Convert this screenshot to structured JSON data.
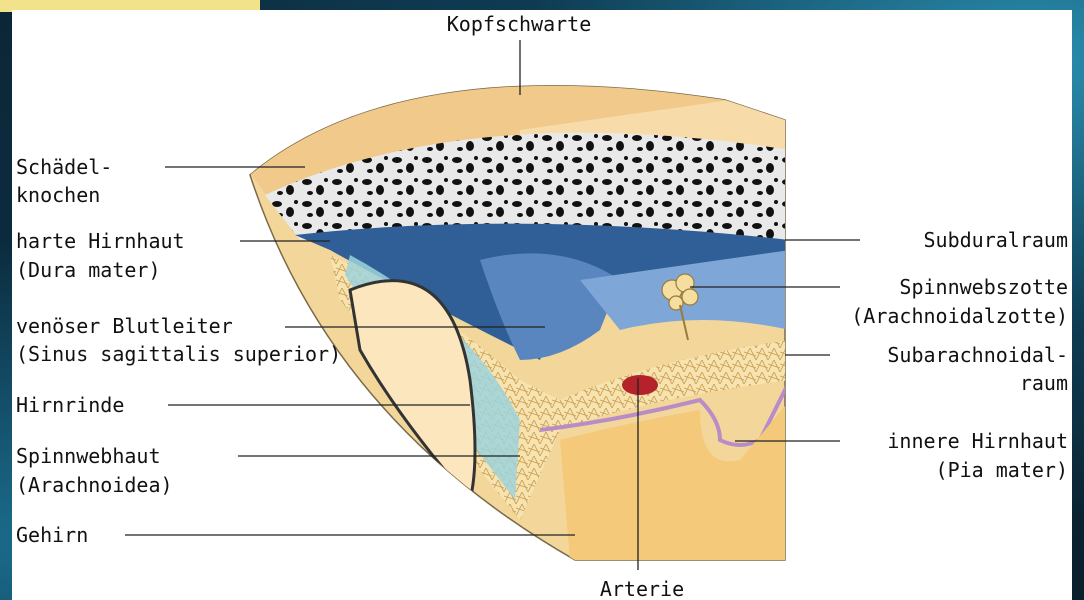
{
  "labels": {
    "kopfschwarte": "Kopfschwarte",
    "schaedel_1": "Schädel-",
    "schaedel_2": "knochen",
    "dura_1": "harte Hirnhaut",
    "dura_2": "(Dura mater)",
    "sinus_1": "venöser Blutleiter",
    "sinus_2": "(Sinus sagittalis superior)",
    "hirnrinde": "Hirnrinde",
    "spinnwebhaut_1": "Spinnwebhaut",
    "spinnwebhaut_2": "(Arachnoidea)",
    "gehirn": "Gehirn",
    "arterie": "Arterie",
    "subduralraum": "Subduralraum",
    "zotte_1": "Spinnwebszotte",
    "zotte_2": "(Arachnoidalzotte)",
    "subarachnoidal_1": "Subarachnoidal-",
    "subarachnoidal_2": "raum",
    "pia_1": "innere Hirnhaut",
    "pia_2": "(Pia mater)"
  }
}
